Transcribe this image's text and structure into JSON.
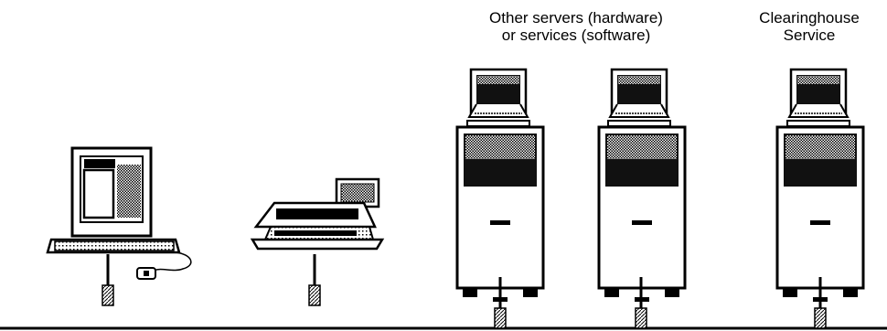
{
  "labels": {
    "other_servers_line1": "Other servers (hardware)",
    "other_servers_line2": "or services (software)",
    "clearinghouse_line1": "Clearinghouse",
    "clearinghouse_line2": "Service"
  },
  "colors": {
    "ink": "#000000",
    "paper": "#ffffff",
    "dither": "#8a8a8a"
  }
}
